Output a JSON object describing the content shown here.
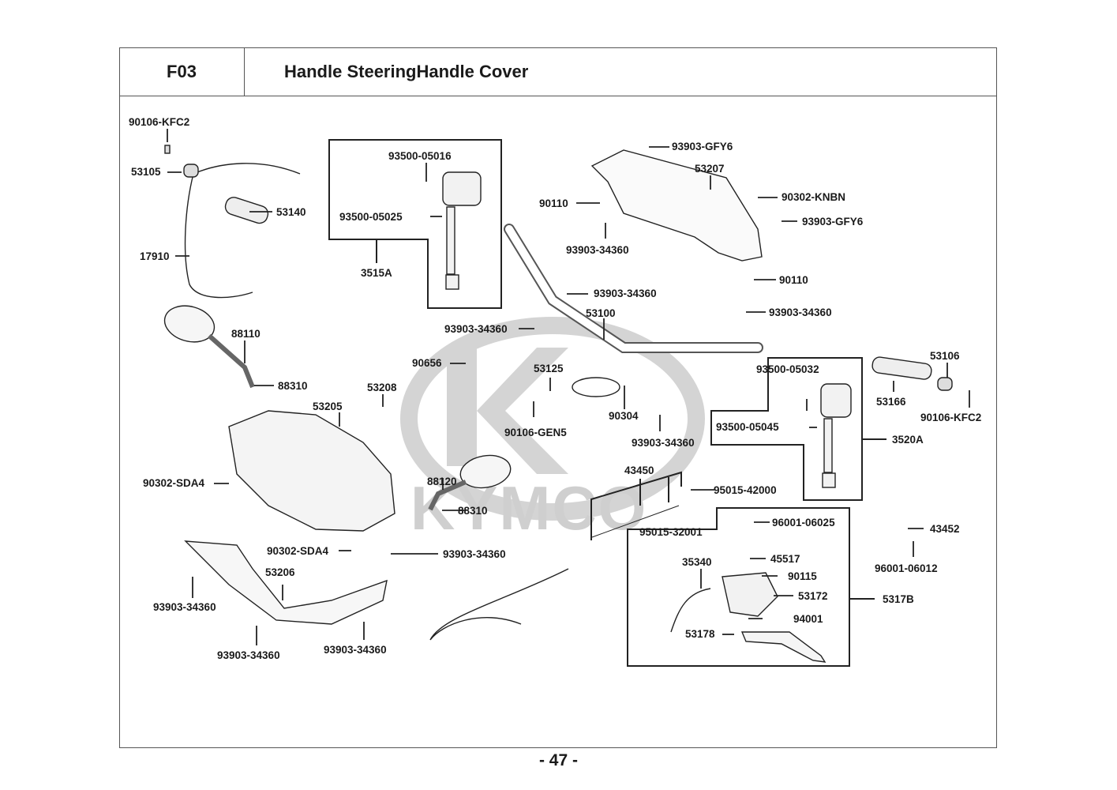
{
  "header": {
    "section_code": "F03",
    "title": "Handle SteeringHandle Cover"
  },
  "watermark": {
    "brand": "KYMCO"
  },
  "page_number": "- 47 -",
  "diagram": {
    "groups": [
      {
        "id": "3515A",
        "label": "3515A",
        "members": [
          "93500-05016",
          "93500-05025"
        ]
      },
      {
        "id": "3520A",
        "label": "3520A",
        "members": [
          "93500-05032",
          "93500-05045"
        ]
      },
      {
        "id": "5317B",
        "label": "5317B",
        "members": [
          "96001-06025",
          "45517",
          "90115",
          "53172",
          "94001",
          "53178",
          "35340"
        ]
      },
      {
        "id": "43450",
        "label": "43450",
        "members": [
          "95015-42000",
          "95015-32001"
        ]
      }
    ],
    "labels": [
      "90106-KFC2",
      "53105",
      "53140",
      "17910",
      "93500-05016",
      "93500-05025",
      "3515A",
      "93903-GFY6",
      "53207",
      "90110",
      "90302-KNBN",
      "93903-GFY6",
      "93903-34360",
      "93903-34360",
      "90110",
      "93903-34360",
      "93903-34360",
      "53100",
      "88110",
      "88310",
      "90656",
      "53125",
      "53208",
      "53205",
      "90106-GEN5",
      "90304",
      "93903-34360",
      "93500-05032",
      "93500-05045",
      "3520A",
      "53106",
      "53166",
      "90106-KFC2",
      "90302-SDA4",
      "88120",
      "88310",
      "43450",
      "95015-42000",
      "95015-32001",
      "96001-06025",
      "45517",
      "35340",
      "90115",
      "53172",
      "5317B",
      "94001",
      "53178",
      "43452",
      "96001-06012",
      "90302-SDA4",
      "93903-34360",
      "53206",
      "93903-34360",
      "93903-34360",
      "93903-34360"
    ]
  }
}
